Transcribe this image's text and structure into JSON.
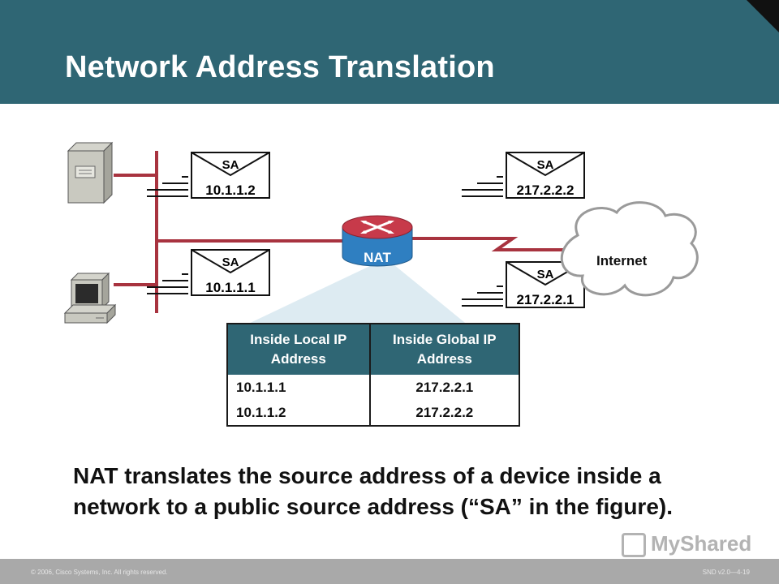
{
  "title": "Network Address Translation",
  "router_label": "NAT",
  "cloud_label": "Internet",
  "packets": [
    {
      "tag": "SA",
      "address": "10.1.1.2"
    },
    {
      "tag": "SA",
      "address": "10.1.1.1"
    },
    {
      "tag": "SA",
      "address": "217.2.2.2"
    },
    {
      "tag": "SA",
      "address": "217.2.2.1"
    }
  ],
  "table": {
    "headers": [
      "Inside Local IP Address",
      "Inside Global IP Address"
    ],
    "rows": [
      [
        "10.1.1.1",
        "217.2.2.1"
      ],
      [
        "10.1.1.2",
        "217.2.2.2"
      ]
    ]
  },
  "caption": "NAT translates the source address of a device inside a network to a public source address (“SA” in the figure).",
  "footer": {
    "left": "© 2006, Cisco Systems, Inc. All rights reserved.",
    "right": "SND v2.0—4-19"
  },
  "watermark": "MyShared",
  "colors": {
    "header": "#2f6674",
    "link": "#a8333f",
    "router": "#2f7fc1",
    "router_top": "#c73a4a"
  }
}
